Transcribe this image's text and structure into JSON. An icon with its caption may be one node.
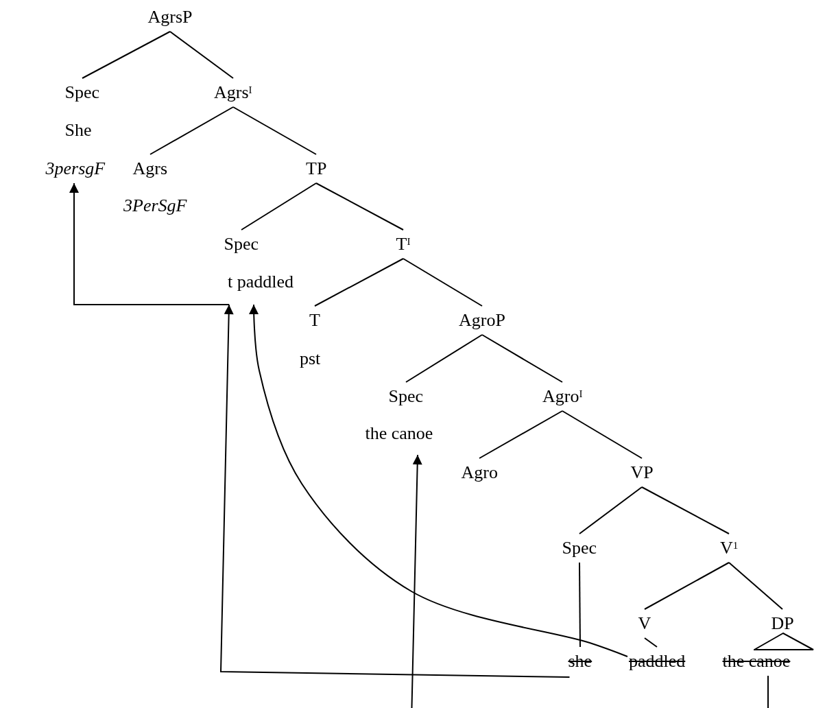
{
  "diagram": {
    "nodes": [
      {
        "text": [
          "AgrsP"
        ]
      },
      {
        "text": [
          "Spec"
        ]
      },
      {
        "text": [
          "Agrs$^{I}$"
        ]
      },
      {
        "text": [
          "She"
        ]
      },
      {
        "text": [
          "3persgF"
        ]
      },
      {
        "text": [
          "Agrs"
        ]
      },
      {
        "text": [
          "TP"
        ]
      },
      {
        "text": [
          "3PerSgF"
        ]
      },
      {
        "text": [
          "Spec"
        ]
      },
      {
        "text": [
          "T$^{I}$"
        ]
      },
      {
        "text": [
          "t paddled"
        ]
      },
      {
        "text": [
          "T"
        ]
      },
      {
        "text": [
          "AgroP"
        ]
      },
      {
        "text": [
          "pst"
        ]
      },
      {
        "text": [
          "Spec"
        ]
      },
      {
        "text": [
          "Agro$^{I}$"
        ]
      },
      {
        "text": [
          "the canoe"
        ]
      },
      {
        "text": [
          "Agro"
        ]
      },
      {
        "text": [
          "VP"
        ]
      },
      {
        "text": [
          "Spec"
        ]
      },
      {
        "text": [
          "V$^{1}$"
        ]
      },
      {
        "text": [
          "V"
        ]
      },
      {
        "text": [
          "DP"
        ]
      },
      {
        "text": [
          "she"
        ]
      },
      {
        "text": [
          "paddled"
        ]
      },
      {
        "text": [
          "the canoe"
        ]
      },
      {
        "text": [],
        "shape": "triangle"
      }
    ],
    "edges": [
      {
        "from": 0,
        "to": 1,
        "arrow": "none"
      },
      {
        "from": 0,
        "to": 2,
        "arrow": "none"
      },
      {
        "from": 2,
        "to": 5,
        "arrow": "none"
      },
      {
        "from": 2,
        "to": 6,
        "arrow": "none"
      },
      {
        "from": 6,
        "to": 8,
        "arrow": "none"
      },
      {
        "from": 6,
        "to": 9,
        "arrow": "none"
      },
      {
        "from": 9,
        "to": 11,
        "arrow": "none"
      },
      {
        "from": 9,
        "to": 12,
        "arrow": "none"
      },
      {
        "from": 12,
        "to": 14,
        "arrow": "none"
      },
      {
        "from": 12,
        "to": 15,
        "arrow": "none"
      },
      {
        "from": 15,
        "to": 17,
        "arrow": "none"
      },
      {
        "from": 15,
        "to": 18,
        "arrow": "none"
      },
      {
        "from": 18,
        "to": 19,
        "arrow": "none"
      },
      {
        "from": 18,
        "to": 20,
        "arrow": "none"
      },
      {
        "from": 20,
        "to": 21,
        "arrow": "none"
      },
      {
        "from": 20,
        "to": 22,
        "arrow": "none"
      },
      {
        "from": 19,
        "to": 23,
        "arrow": "none"
      },
      {
        "from": 21,
        "to": 24,
        "arrow": "none"
      },
      {
        "from": 23,
        "to": 10,
        "arrow": "to"
      },
      {
        "from": 10,
        "to": 4,
        "arrow": "to"
      },
      {
        "from": 24,
        "to": 10,
        "arrow": "to"
      },
      {
        "from": 25,
        "to": 16,
        "arrow": "to"
      }
    ]
  }
}
